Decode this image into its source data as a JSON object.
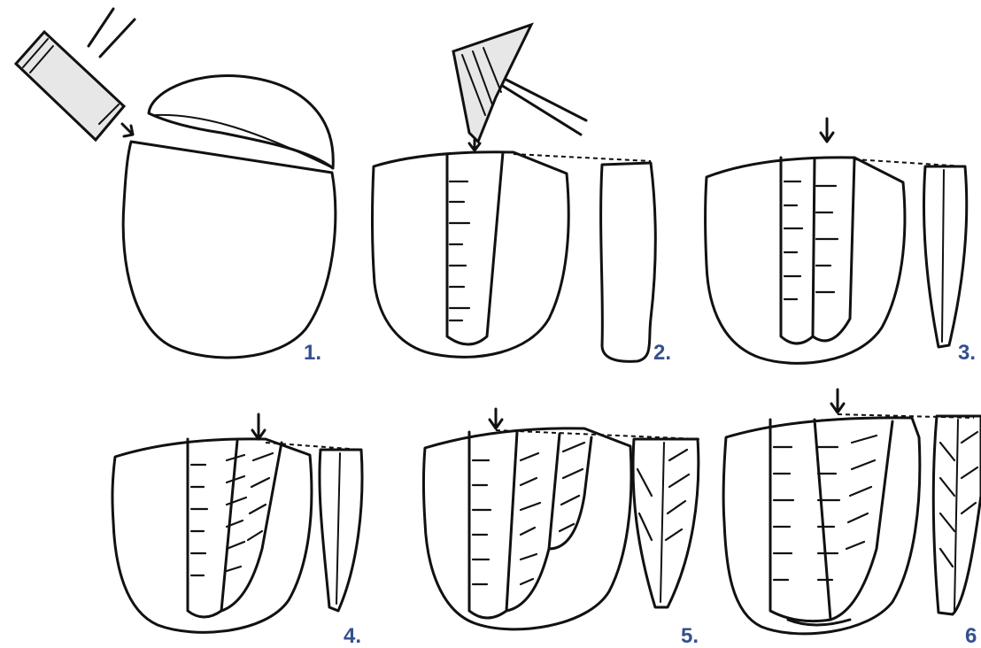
{
  "steps": [
    {
      "label": "1."
    },
    {
      "label": "2."
    },
    {
      "label": "3."
    },
    {
      "label": "4."
    },
    {
      "label": "5."
    },
    {
      "label": "6"
    }
  ],
  "colors": {
    "ink": "#111111",
    "label": "#34508f",
    "background": "#ffffff"
  }
}
